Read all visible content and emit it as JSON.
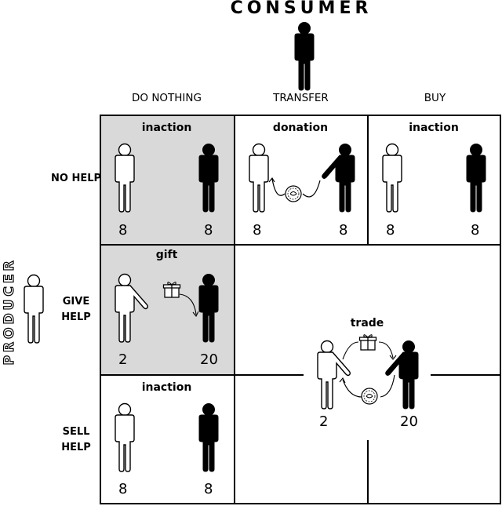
{
  "consumer_title": "CONSUMER",
  "producer_title": "PRODUCER",
  "columns": [
    "DO NOTHING",
    "TRANSFER",
    "BUY"
  ],
  "rows": [
    "NO HELP",
    "GIVE HELP",
    "SELL HELP"
  ],
  "cells": {
    "no_help_do_nothing": {
      "title": "inaction",
      "producer": "8",
      "consumer": "8"
    },
    "no_help_transfer": {
      "title": "donation",
      "producer": "8",
      "consumer": "8"
    },
    "no_help_buy": {
      "title": "inaction",
      "producer": "8",
      "consumer": "8"
    },
    "give_help_do_nothing": {
      "title": "gift",
      "producer": "2",
      "consumer": "20"
    },
    "trade": {
      "title": "trade",
      "producer": "2",
      "consumer": "20"
    },
    "sell_help_do_nothing": {
      "title": "inaction",
      "producer": "8",
      "consumer": "8"
    }
  },
  "colors": {
    "shaded_cell": "#d9d9d9",
    "producer_figure": "#ffffff",
    "consumer_figure": "#000000"
  },
  "icons": [
    "gift-icon",
    "coin-icon",
    "arrow-icon"
  ]
}
